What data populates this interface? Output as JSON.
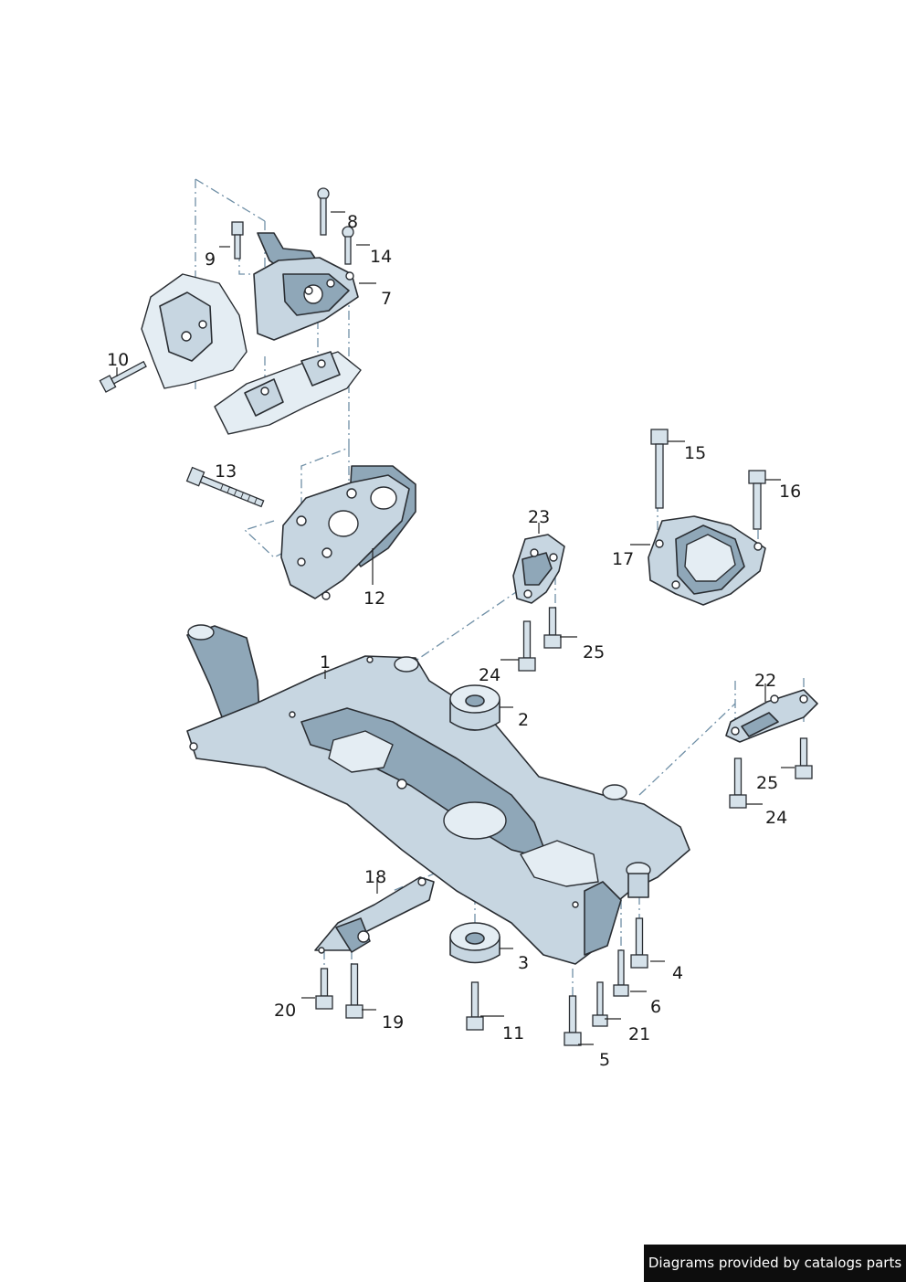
{
  "callouts": {
    "c1": "1",
    "c2": "2",
    "c3": "3",
    "c4": "4",
    "c5": "5",
    "c6": "6",
    "c7": "7",
    "c8": "8",
    "c9": "9",
    "c10": "10",
    "c11": "11",
    "c12": "12",
    "c13": "13",
    "c14": "14",
    "c15": "15",
    "c16": "16",
    "c17": "17",
    "c18": "18",
    "c19": "19",
    "c20": "20",
    "c21": "21",
    "c22": "22",
    "c23": "23",
    "c24a": "24",
    "c24b": "24",
    "c25a": "25",
    "c25b": "25"
  },
  "footer": {
    "credit": "Diagrams provided by catalogs parts"
  },
  "colors": {
    "part_fill": "#c7d6e1",
    "part_shadow": "#8fa7b8",
    "outline": "#2a2e33",
    "dash_line": "#6f8fa6"
  }
}
